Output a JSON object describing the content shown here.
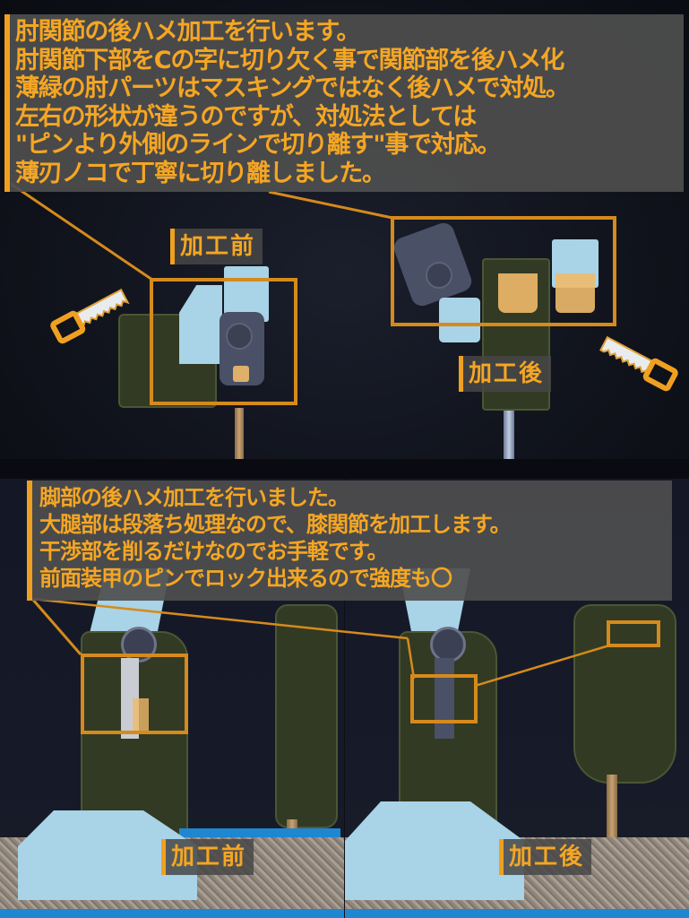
{
  "top_section": {
    "caption_lines": [
      "肘関節の後ハメ加工を行います。",
      "肘関節下部をCの字に切り欠く事で関節部を後ハメ化",
      "薄緑の肘パーツはマスキングではなく後ハメで対処。",
      "左右の形状が違うのですが、対処法としては",
      "\"ピンより外側のラインで切り離す\"事で対応。",
      "薄刃ノコで丁寧に切り離しました。"
    ],
    "before_label": "加工前",
    "after_label": "加工後",
    "icons": [
      "saw-icon-left",
      "saw-icon-right"
    ]
  },
  "bottom_section": {
    "caption_lines": [
      "脚部の後ハメ加工を行いました。",
      "大腿部は段落ち処理なので、膝関節を加工します。",
      "干渉部を削るだけなのでお手軽です。",
      "前面装甲のピンでロック出来るので強度も〇"
    ],
    "before_label": "加工前",
    "after_label": "加工後"
  },
  "colors": {
    "accent_orange": "#f5a623",
    "caption_bg": "#4e4e4e",
    "background": "#0d0f16",
    "frame_orange": "#d68a1c"
  }
}
